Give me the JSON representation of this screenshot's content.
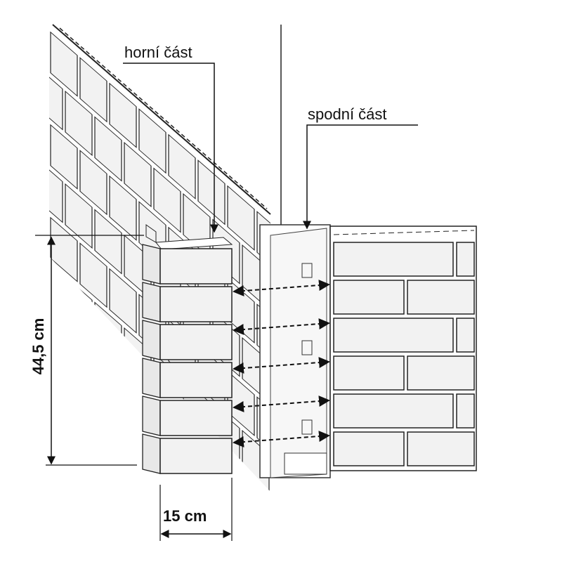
{
  "labels": {
    "upper_part": "horní část",
    "lower_part": "spodní část",
    "height_dimension": "44,5 cm",
    "width_dimension": "15 cm"
  },
  "colors": {
    "brick_fill": "#f2f2f2",
    "line": "#222222",
    "mortar": "#cfcfcf"
  }
}
